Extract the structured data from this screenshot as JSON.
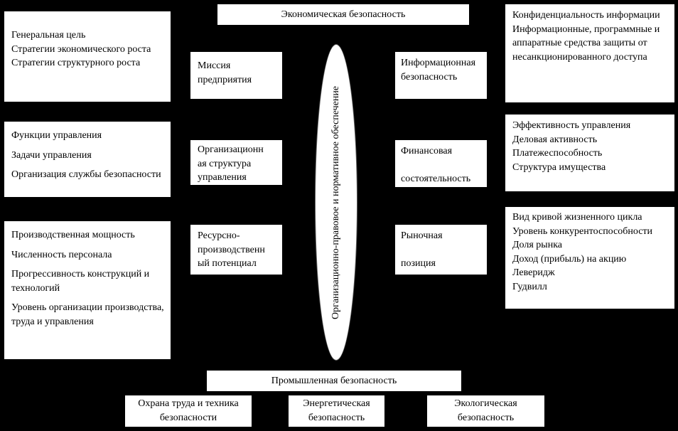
{
  "colors": {
    "background": "#000000",
    "box_bg": "#ffffff",
    "text": "#000000"
  },
  "top_banner": {
    "label": "Экономическая безопасность"
  },
  "bottom_banner": {
    "label": "Промышленная безопасность"
  },
  "ellipse": {
    "label": "Организационно-правовое и нормативное обеспечение"
  },
  "left_column": [
    {
      "lines": [
        "Генеральная цель",
        "Стратегии экономического роста",
        "Стратегии структурного роста"
      ]
    },
    {
      "lines": [
        "Функции управления",
        "Задачи управления",
        "Организация службы безопасности"
      ]
    },
    {
      "lines": [
        "Производственная мощность",
        "Численность персонала",
        "Прогрессивность конструкций и технологий",
        "Уровень организации производства, труда и управления"
      ]
    }
  ],
  "center_column": [
    {
      "lines": [
        "Миссия предприятия"
      ]
    },
    {
      "lines": [
        "Организационн",
        "ая структура",
        "управления"
      ]
    },
    {
      "lines": [
        "Ресурсно-",
        "производственн",
        "ый потенциал"
      ]
    }
  ],
  "right_inner_column": [
    {
      "lines": [
        "Информационная безопасность"
      ]
    },
    {
      "lines": [
        "Финансовая",
        "состоятельность"
      ]
    },
    {
      "lines": [
        "Рыночная",
        "позиция"
      ]
    }
  ],
  "right_column": [
    {
      "lines": [
        "Конфиденциальность информации",
        "Информационные, программные и аппаратные средства защиты от несанкционированного доступа"
      ]
    },
    {
      "lines": [
        "Эффективность управления",
        "Деловая активность",
        "Платежеспособность",
        "Структура имущества"
      ]
    },
    {
      "lines": [
        "Вид кривой жизненного цикла",
        "Уровень конкурентоспособности",
        "Доля рынка",
        "Доход (прибыль) на акцию",
        "Леверидж",
        "Гудвилл"
      ]
    }
  ],
  "bottom_row": [
    {
      "label": "Охрана труда и техника безопасности"
    },
    {
      "label": "Энергетическая безопасность"
    },
    {
      "label": "Экологическая безопасность"
    }
  ]
}
